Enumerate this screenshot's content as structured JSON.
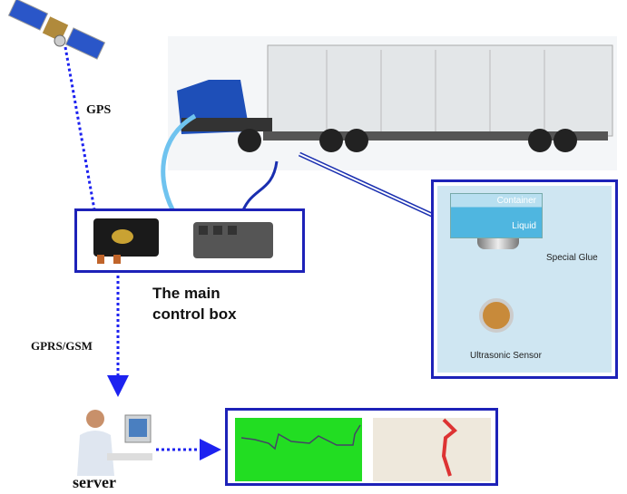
{
  "labels": {
    "gps": "GPS",
    "gprs": "GPRS/GSM",
    "main_box_line1": "The main",
    "main_box_line2": "control box",
    "server": "server"
  },
  "sensor_panel": {
    "container": "Container",
    "liquid": "Liquid",
    "glue": "Special Glue",
    "sensor": "Ultrasonic Sensor"
  },
  "colors": {
    "frame": "#1d22b8",
    "chart_bg": "#22dd22",
    "cable_light": "#6fc3ef",
    "cable_dark": "#1a2fb0"
  }
}
